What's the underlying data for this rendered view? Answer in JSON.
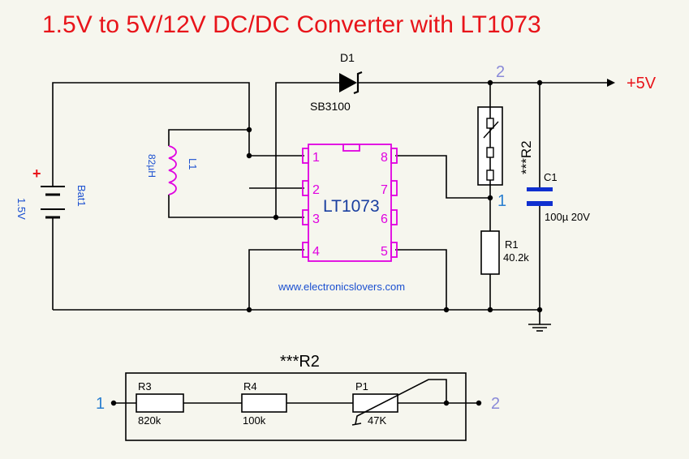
{
  "title": "1.5V to 5V/12V DC/DC Converter with LT1073",
  "ic": {
    "name": "LT1073",
    "pins_left": [
      "1",
      "2",
      "3",
      "4"
    ],
    "pins_right": [
      "8",
      "7",
      "6",
      "5"
    ]
  },
  "d1": {
    "ref": "D1",
    "part": "SB3100"
  },
  "l1": {
    "ref": "L1",
    "value": "82µH"
  },
  "bat1": {
    "ref": "Bat1",
    "value": "1.5V",
    "plus": "+"
  },
  "c1": {
    "ref": "C1",
    "value": "100µ 20V"
  },
  "r1": {
    "ref": "R1",
    "value": "40.2k"
  },
  "r2": {
    "ref": "***R2"
  },
  "output": {
    "label": "+5V"
  },
  "nodes": {
    "n1": "1",
    "n2": "2"
  },
  "website": "www.electronicslovers.com",
  "detail": {
    "title": "***R2",
    "node_left": "1",
    "node_right": "2",
    "r3": {
      "ref": "R3",
      "value": "820k"
    },
    "r4": {
      "ref": "R4",
      "value": "100k"
    },
    "p1": {
      "ref": "P1",
      "value": "47K"
    }
  },
  "colors": {
    "title": "#e8141a",
    "ic": "#e000e0",
    "node": "#2a7fd0",
    "cap": "#1030d0",
    "web": "#1a4fd0"
  }
}
